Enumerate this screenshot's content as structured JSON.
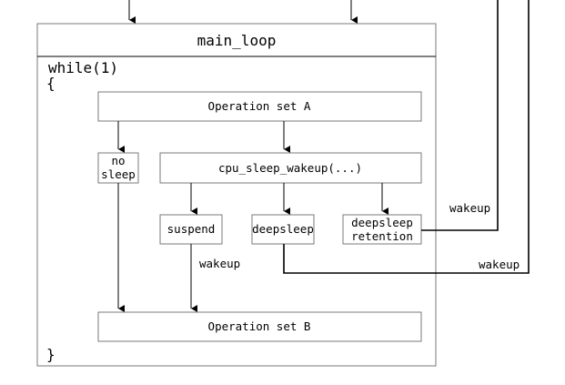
{
  "main_loop": {
    "title": "main_loop",
    "code_open": "while(1)",
    "brace_open": "{",
    "brace_close": "}"
  },
  "nodes": {
    "op_a": "Operation set A",
    "no_sleep_line1": "no",
    "no_sleep_line2": "sleep",
    "cpu_sleep": "cpu_sleep_wakeup(...)",
    "suspend": "suspend",
    "deepsleep": "deepsleep",
    "deepsleep_retention_line1": "deepsleep",
    "deepsleep_retention_line2": "retention",
    "op_b": "Operation set B"
  },
  "edge_labels": {
    "suspend_wakeup": "wakeup",
    "retention_wakeup": "wakeup",
    "deepsleep_wakeup": "wakeup"
  }
}
